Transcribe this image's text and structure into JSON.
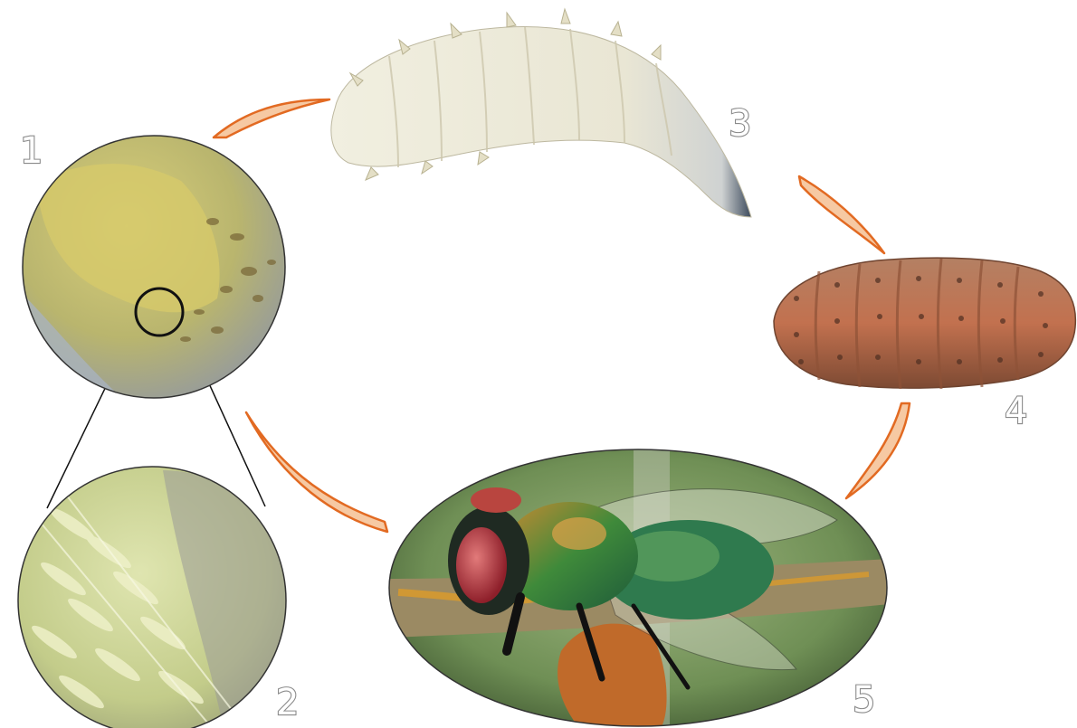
{
  "stages": [
    {
      "id": "stage-1",
      "label": "1",
      "subject": "egg-mass-icon"
    },
    {
      "id": "stage-2",
      "label": "2",
      "subject": "eggs-closeup-icon"
    },
    {
      "id": "stage-3",
      "label": "3",
      "subject": "larva-icon"
    },
    {
      "id": "stage-4",
      "label": "4",
      "subject": "pupa-icon"
    },
    {
      "id": "stage-5",
      "label": "5",
      "subject": "adult-fly-icon"
    }
  ],
  "colors": {
    "arrow_fill": "#f6c9a3",
    "arrow_stroke": "#e26a22",
    "label_stroke": "#8a8a8a",
    "background": "#ffffff"
  }
}
